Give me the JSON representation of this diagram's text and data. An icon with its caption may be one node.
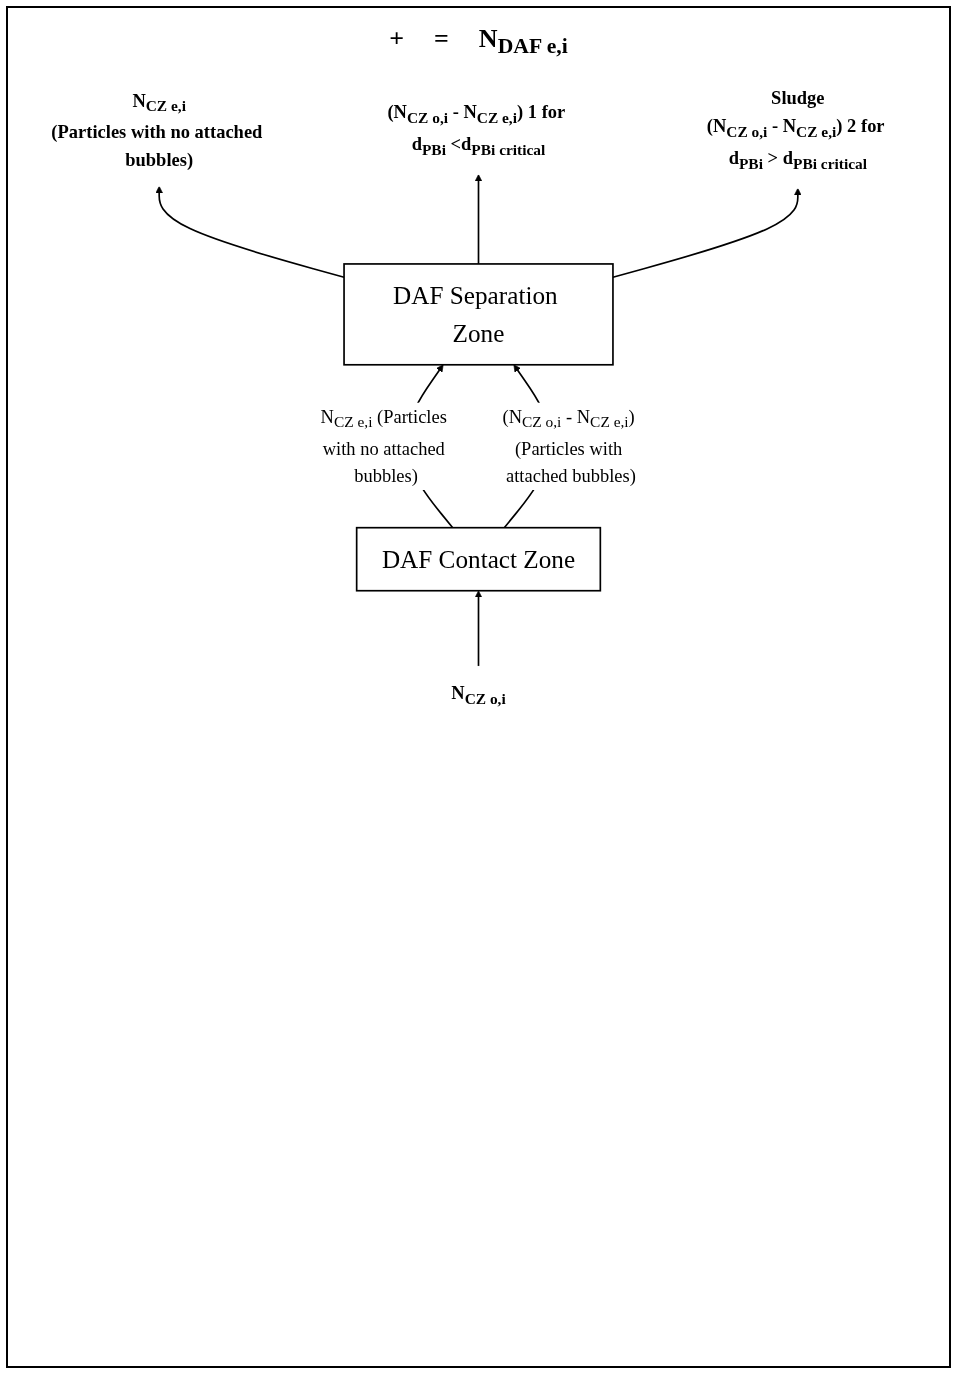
{
  "diagram": {
    "nodes": [
      {
        "text": [
          "N$_{CZ e,i}$",
          "(Particles with no attached bubbles)"
        ]
      },
      {
        "text": [
          "(N$_{CZ o,i}$ - N$_{CZ e,i}$) 1 for d$_{PBi}$ <d$_{PBi critical}$"
        ]
      },
      {
        "text": [
          "Sludge",
          "(N$_{CZ o,i}$ - N$_{CZ e,i}$) 2 for d$_{PBi}$ > d$_{PBi critical}$"
        ]
      },
      {
        "text": [
          "DAF Separation Zone"
        ]
      },
      {
        "text": [
          "DAF Contact Zone"
        ]
      },
      {
        "text": [
          "N$_{CZ o,i}$"
        ]
      }
    ],
    "edges": [
      {
        "from": 3,
        "to": 0,
        "arrow": "to"
      },
      {
        "from": 3,
        "to": 1,
        "arrow": "to"
      },
      {
        "from": 3,
        "to": 2,
        "arrow": "to"
      },
      {
        "from": 4,
        "to": 3,
        "arrow": "to",
        "label": "N$_{CZ e,i}$ (Particles with no attached bubbles)"
      },
      {
        "from": 4,
        "to": 3,
        "arrow": "to",
        "label": "(N$_{CZ o,i}$ - N$_{CZ e,i}$) (Particles with attached bubbles)"
      },
      {
        "from": 5,
        "to": 4,
        "arrow": "to"
      }
    ],
    "labels": [
      "+",
      "=",
      "N$_{DAF e,i}$"
    ]
  }
}
